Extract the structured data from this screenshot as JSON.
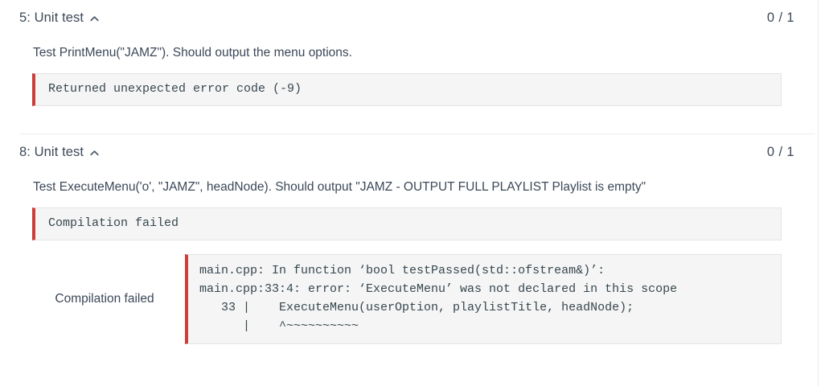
{
  "sections": [
    {
      "number_label": "5: Unit test",
      "collapse_icon": "chevron-up-icon",
      "score": "0 / 1",
      "description": "Test PrintMenu(\"JAMZ\"). Should output the menu options.",
      "output": "Returned unexpected error code (-9)",
      "detail": null
    },
    {
      "number_label": "8: Unit test",
      "collapse_icon": "chevron-up-icon",
      "score": "0 / 1",
      "description": "Test ExecuteMenu('o', \"JAMZ\", headNode). Should output \"JAMZ - OUTPUT FULL PLAYLIST Playlist is empty\"",
      "output": "Compilation failed",
      "detail": {
        "label": "Compilation failed",
        "code": "main.cpp: In function ‘bool testPassed(std::ofstream&)’:\nmain.cpp:33:4: error: ‘ExecuteMenu’ was not declared in this scope\n   33 |    ExecuteMenu(userOption, playlistTitle, headNode);\n      |    ^~~~~~~~~~~"
      }
    }
  ],
  "colors": {
    "accent_red": "#cc3e3a",
    "code_bg": "#f5f5f5",
    "text": "#3c4858",
    "divider": "#ededed"
  }
}
